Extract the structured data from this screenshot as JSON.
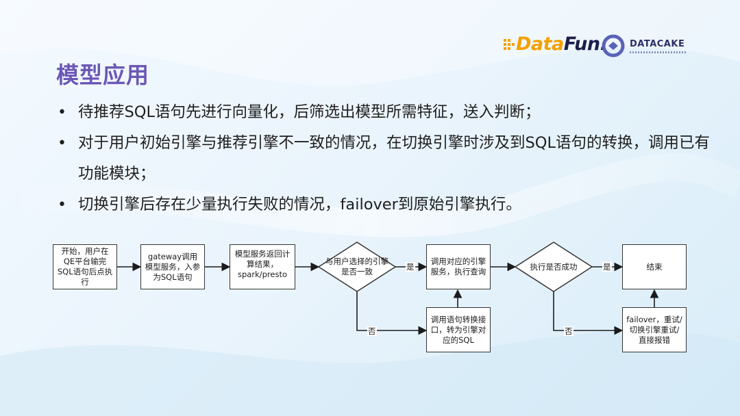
{
  "slide": {
    "title": "模型应用",
    "bullets": [
      "待推荐SQL语句先进行向量化，后筛选出模型所需特征，送入判断；",
      "对于用户初始引擎与推荐引擎不一致的情况，在切换引擎时涉及到SQL语句的转换，调用已有功能模块；",
      "切换引擎后存在少量执行失败的情况，failover到原始引擎执行。"
    ],
    "bullet_marker": "•"
  },
  "logos": {
    "datafun": {
      "part1": "Data",
      "part2": "Fun.",
      "accent": "#f5a000",
      "dark": "#1c1f4a"
    },
    "datacake": {
      "name": "DATACAKE",
      "color": "#2b2f66"
    }
  },
  "flowchart": {
    "nodes": {
      "start": "开始，用户在QE平台输完SQL语句后点执行",
      "gateway": "gateway调用模型服务，入参为SQL语句",
      "model": "模型服务返回计算结果，spark/presto",
      "decision_consistent": "与用户选择的引擎是否一致",
      "call_engine": "调用对应的引擎服务，执行查询",
      "decision_success": "执行是否成功",
      "end": "结束",
      "convert": "调用语句转换接口，转为引擎对应的SQL",
      "failover": "failover，重试/切换引擎重试/直接报错"
    },
    "edge_labels": {
      "yes": "是",
      "no": "否"
    }
  }
}
